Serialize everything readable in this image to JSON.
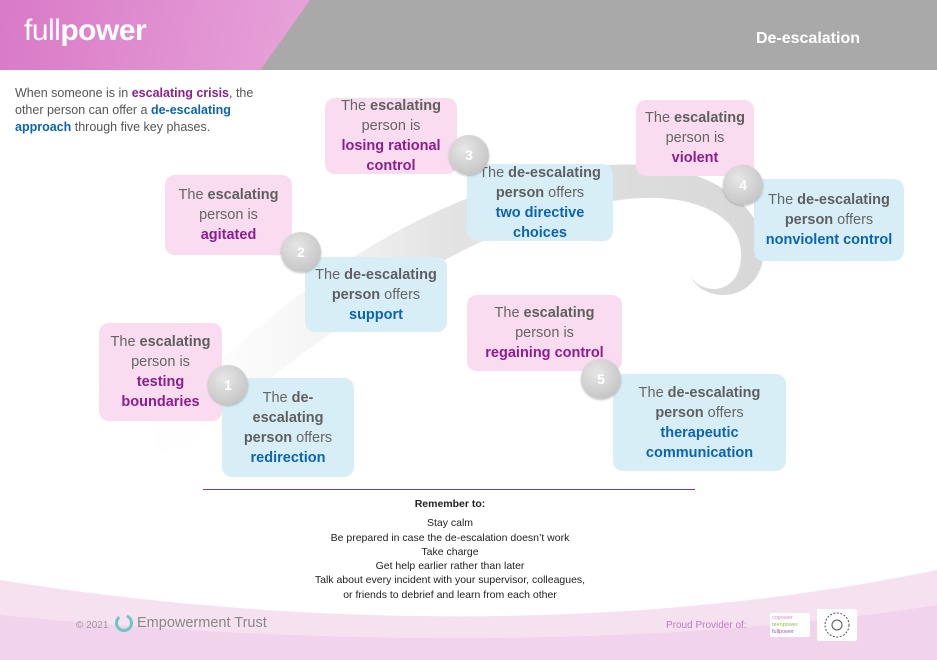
{
  "header": {
    "logo_light": "full",
    "logo_bold": "power",
    "title": "De-escalation",
    "colors": {
      "pink": "#d979c7",
      "grey": "#a9a9a9"
    }
  },
  "intro": {
    "t1": "When someone is in ",
    "h1": "escalating crisis",
    "t2": ", the other person can offer a ",
    "h2": "de-escalating approach",
    "t3": " through five key phases."
  },
  "phases": [
    {
      "number": "1",
      "escalating": {
        "pre": "The ",
        "bold1": "escalating",
        "mid": " person is ",
        "key": "testing boundaries"
      },
      "deescalating": {
        "pre": "The ",
        "bold1": "de-escalating person",
        "mid": " offers ",
        "key": "redirection"
      }
    },
    {
      "number": "2",
      "escalating": {
        "pre": "The ",
        "bold1": "escalating",
        "mid": " person is ",
        "key": "agitated"
      },
      "deescalating": {
        "pre": "The ",
        "bold1": "de-escalating person",
        "mid": " offers ",
        "key": "support"
      }
    },
    {
      "number": "3",
      "escalating": {
        "pre": "The ",
        "bold1": "escalating",
        "mid": " person is ",
        "key": "losing rational control"
      },
      "deescalating": {
        "pre": "The ",
        "bold1": "de-escalating person",
        "mid": " offers ",
        "key": "two directive choices"
      }
    },
    {
      "number": "4",
      "escalating": {
        "pre": "The ",
        "bold1": "escalating",
        "mid": " person is ",
        "key": "violent"
      },
      "deescalating": {
        "pre": "The ",
        "bold1": "de-escalating person",
        "mid": " offers ",
        "key": "nonviolent control"
      }
    },
    {
      "number": "5",
      "escalating": {
        "pre": "The ",
        "bold1": "escalating",
        "mid": " person is ",
        "key": "regaining control"
      },
      "deescalating": {
        "pre": "The ",
        "bold1": "de-escalating person",
        "mid": " offers ",
        "key": "therapeutic communication"
      }
    }
  ],
  "remember": {
    "title": "Remember to:",
    "items": [
      "Stay calm",
      "Be prepared in case the de-escalation doesn’t work",
      "Take charge",
      "Get help earlier rather than later",
      "Talk about every incident with your supervisor, colleagues,",
      "or friends to debrief and learn from each other"
    ]
  },
  "footer": {
    "copyright": "© 2021",
    "org": "Empowerment Trust",
    "provider": "Proud Provider of:",
    "badge_lines": [
      "copower",
      "teenpower",
      "fullpower"
    ]
  }
}
